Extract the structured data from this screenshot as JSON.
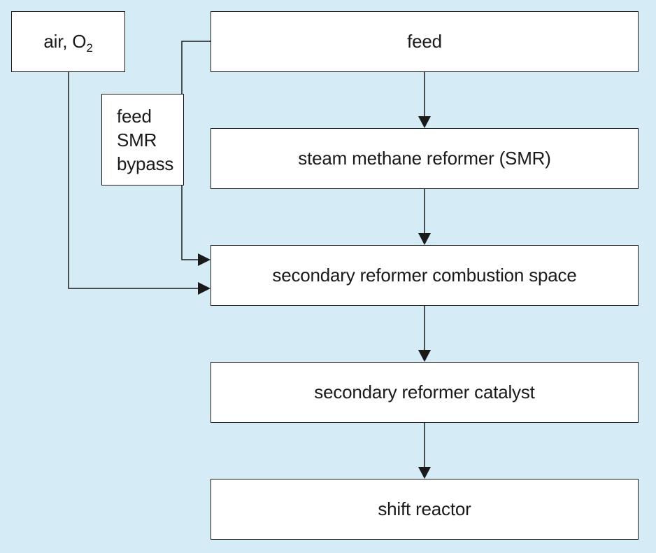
{
  "diagram": {
    "nodes": {
      "air": {
        "label": "air, O",
        "subscript": "2"
      },
      "feed": {
        "label": "feed"
      },
      "bypass": {
        "lines": [
          "feed",
          "SMR",
          "bypass"
        ]
      },
      "smr": {
        "label": "steam methane reformer (SMR)"
      },
      "combustion": {
        "label": "secondary reformer combustion space"
      },
      "catalyst": {
        "label": "secondary reformer catalyst"
      },
      "shift": {
        "label": "shift reactor"
      }
    },
    "edges": [
      {
        "from": "feed",
        "to": "smr"
      },
      {
        "from": "smr",
        "to": "combustion"
      },
      {
        "from": "feed",
        "to": "combustion",
        "via": "bypass"
      },
      {
        "from": "air",
        "to": "combustion"
      },
      {
        "from": "combustion",
        "to": "catalyst"
      },
      {
        "from": "catalyst",
        "to": "shift"
      }
    ],
    "colors": {
      "background": "#d5ecf7",
      "box_fill": "#ffffff",
      "line": "#1a1a1a"
    }
  }
}
